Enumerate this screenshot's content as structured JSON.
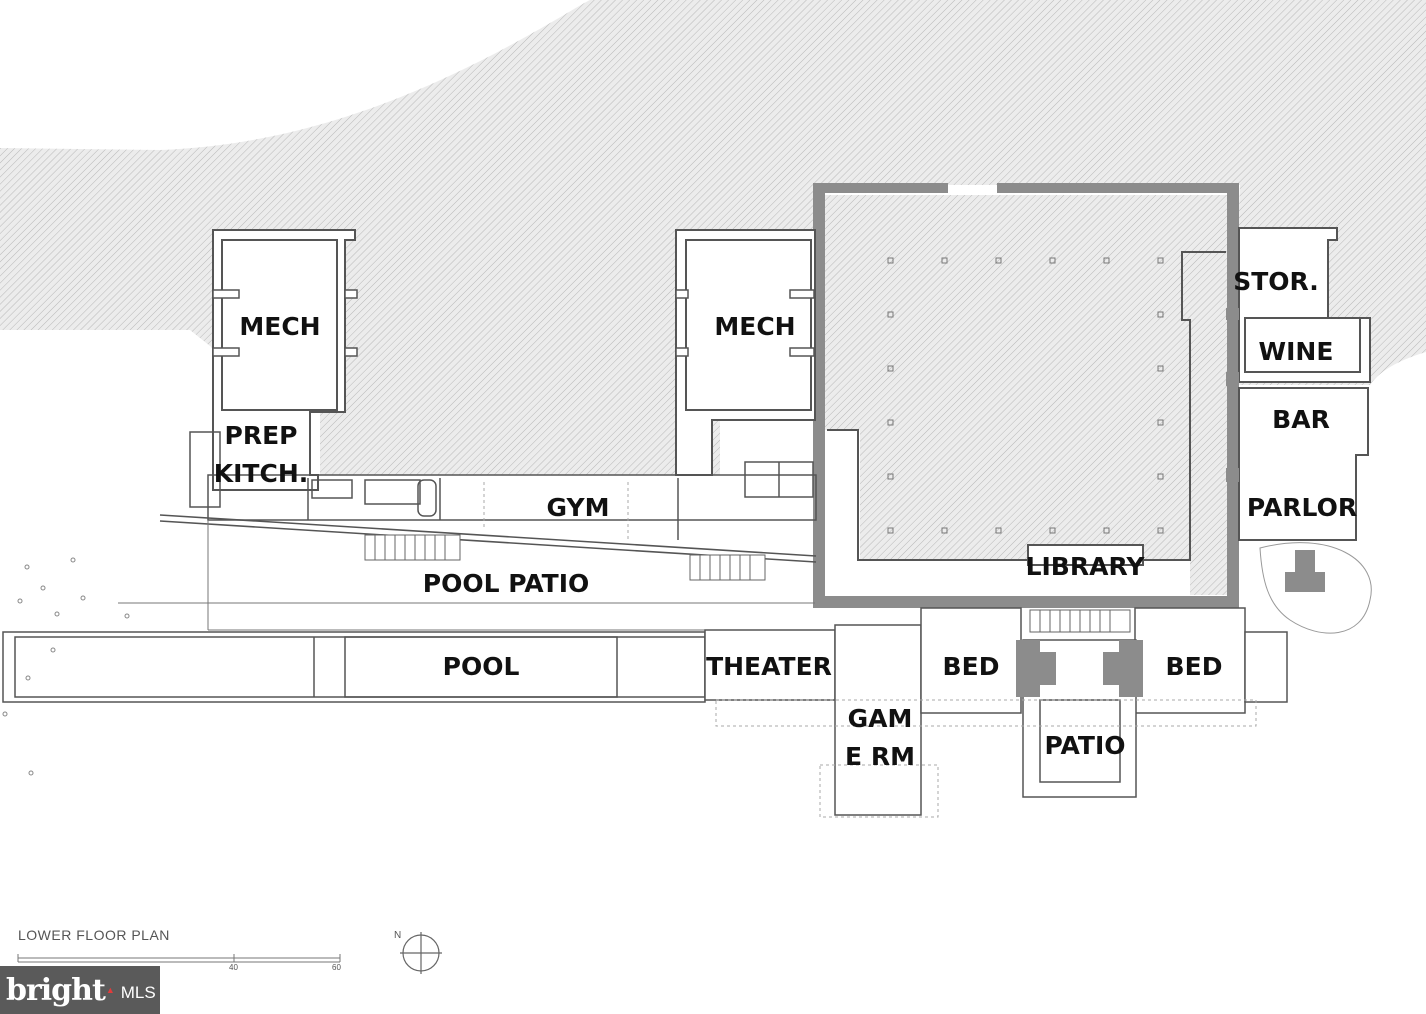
{
  "plan": {
    "title": "LOWER FLOOR PLAN",
    "north_label": "N",
    "scale_ticks": [
      "40",
      "60"
    ]
  },
  "rooms": {
    "mech_left": "MECH",
    "mech_right": "MECH",
    "prep_kitchen": "PREP KITCH.",
    "gym": "GYM",
    "pool_patio": "POOL PATIO",
    "pool": "POOL",
    "theater": "THEATER",
    "game_room": "GAM E RM",
    "bed_left": "BED",
    "bed_right": "BED",
    "patio": "PATIO",
    "library": "LIBRARY",
    "storage": "STOR.",
    "wine": "WINE",
    "bar": "BAR",
    "parlor": "PARLOR"
  },
  "logo": {
    "word": "bright",
    "suffix": "MLS"
  },
  "colors": {
    "walls": "#555555",
    "heavy_walls": "#8c8c8c",
    "hatch": "#b8b8b8",
    "logo_bg": "#5a5a5a"
  }
}
